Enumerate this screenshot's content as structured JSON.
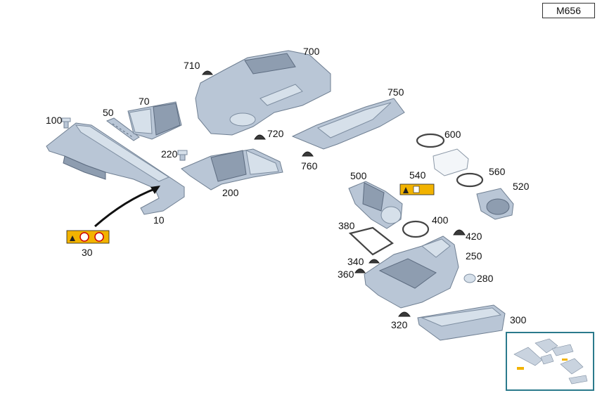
{
  "header": {
    "model_code": "M656"
  },
  "labels": [
    {
      "id": "10",
      "text": "10"
    },
    {
      "id": "30",
      "text": "30"
    },
    {
      "id": "50",
      "text": "50"
    },
    {
      "id": "70",
      "text": "70"
    },
    {
      "id": "100",
      "text": "100"
    },
    {
      "id": "200",
      "text": "200"
    },
    {
      "id": "220",
      "text": "220"
    },
    {
      "id": "250",
      "text": "250"
    },
    {
      "id": "280",
      "text": "280"
    },
    {
      "id": "300",
      "text": "300"
    },
    {
      "id": "320",
      "text": "320"
    },
    {
      "id": "340",
      "text": "340"
    },
    {
      "id": "360",
      "text": "360"
    },
    {
      "id": "380",
      "text": "380"
    },
    {
      "id": "400",
      "text": "400"
    },
    {
      "id": "420",
      "text": "420"
    },
    {
      "id": "500",
      "text": "500"
    },
    {
      "id": "520",
      "text": "520"
    },
    {
      "id": "540",
      "text": "540"
    },
    {
      "id": "560",
      "text": "560"
    },
    {
      "id": "600",
      "text": "600"
    },
    {
      "id": "700",
      "text": "700"
    },
    {
      "id": "710",
      "text": "710"
    },
    {
      "id": "720",
      "text": "720"
    },
    {
      "id": "750",
      "text": "750"
    },
    {
      "id": "760",
      "text": "760"
    }
  ],
  "colors": {
    "part_fill": "#b9c6d6",
    "part_stroke": "#6f7f92",
    "warning_yellow": "#f2b300",
    "overview_border": "#2b7a8c"
  }
}
